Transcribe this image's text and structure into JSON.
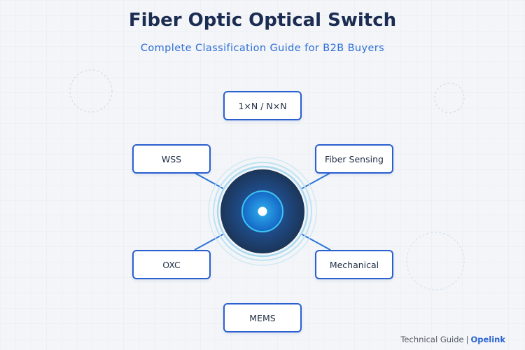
{
  "header": {
    "title": "Fiber Optic Optical Switch",
    "subtitle": "Complete Classification Guide for B2B Buyers"
  },
  "diagram": {
    "nodes": [
      {
        "id": "1xn-nxn",
        "label": "1×N / N×N"
      },
      {
        "id": "wss",
        "label": "WSS"
      },
      {
        "id": "fiber-sensing",
        "label": "Fiber Sensing"
      },
      {
        "id": "oxc",
        "label": "OXC"
      },
      {
        "id": "mechanical",
        "label": "Mechanical"
      },
      {
        "id": "mems",
        "label": "MEMS"
      }
    ]
  },
  "footer": {
    "left": "Technical Guide",
    "separator": "|",
    "brand": "Opelink"
  },
  "colors": {
    "title": "#1b2d52",
    "accent": "#2f6fd6",
    "node_border": "#2a5fd0",
    "hub_dark": "#1c3558",
    "hub_ring": "#29b6e8"
  }
}
